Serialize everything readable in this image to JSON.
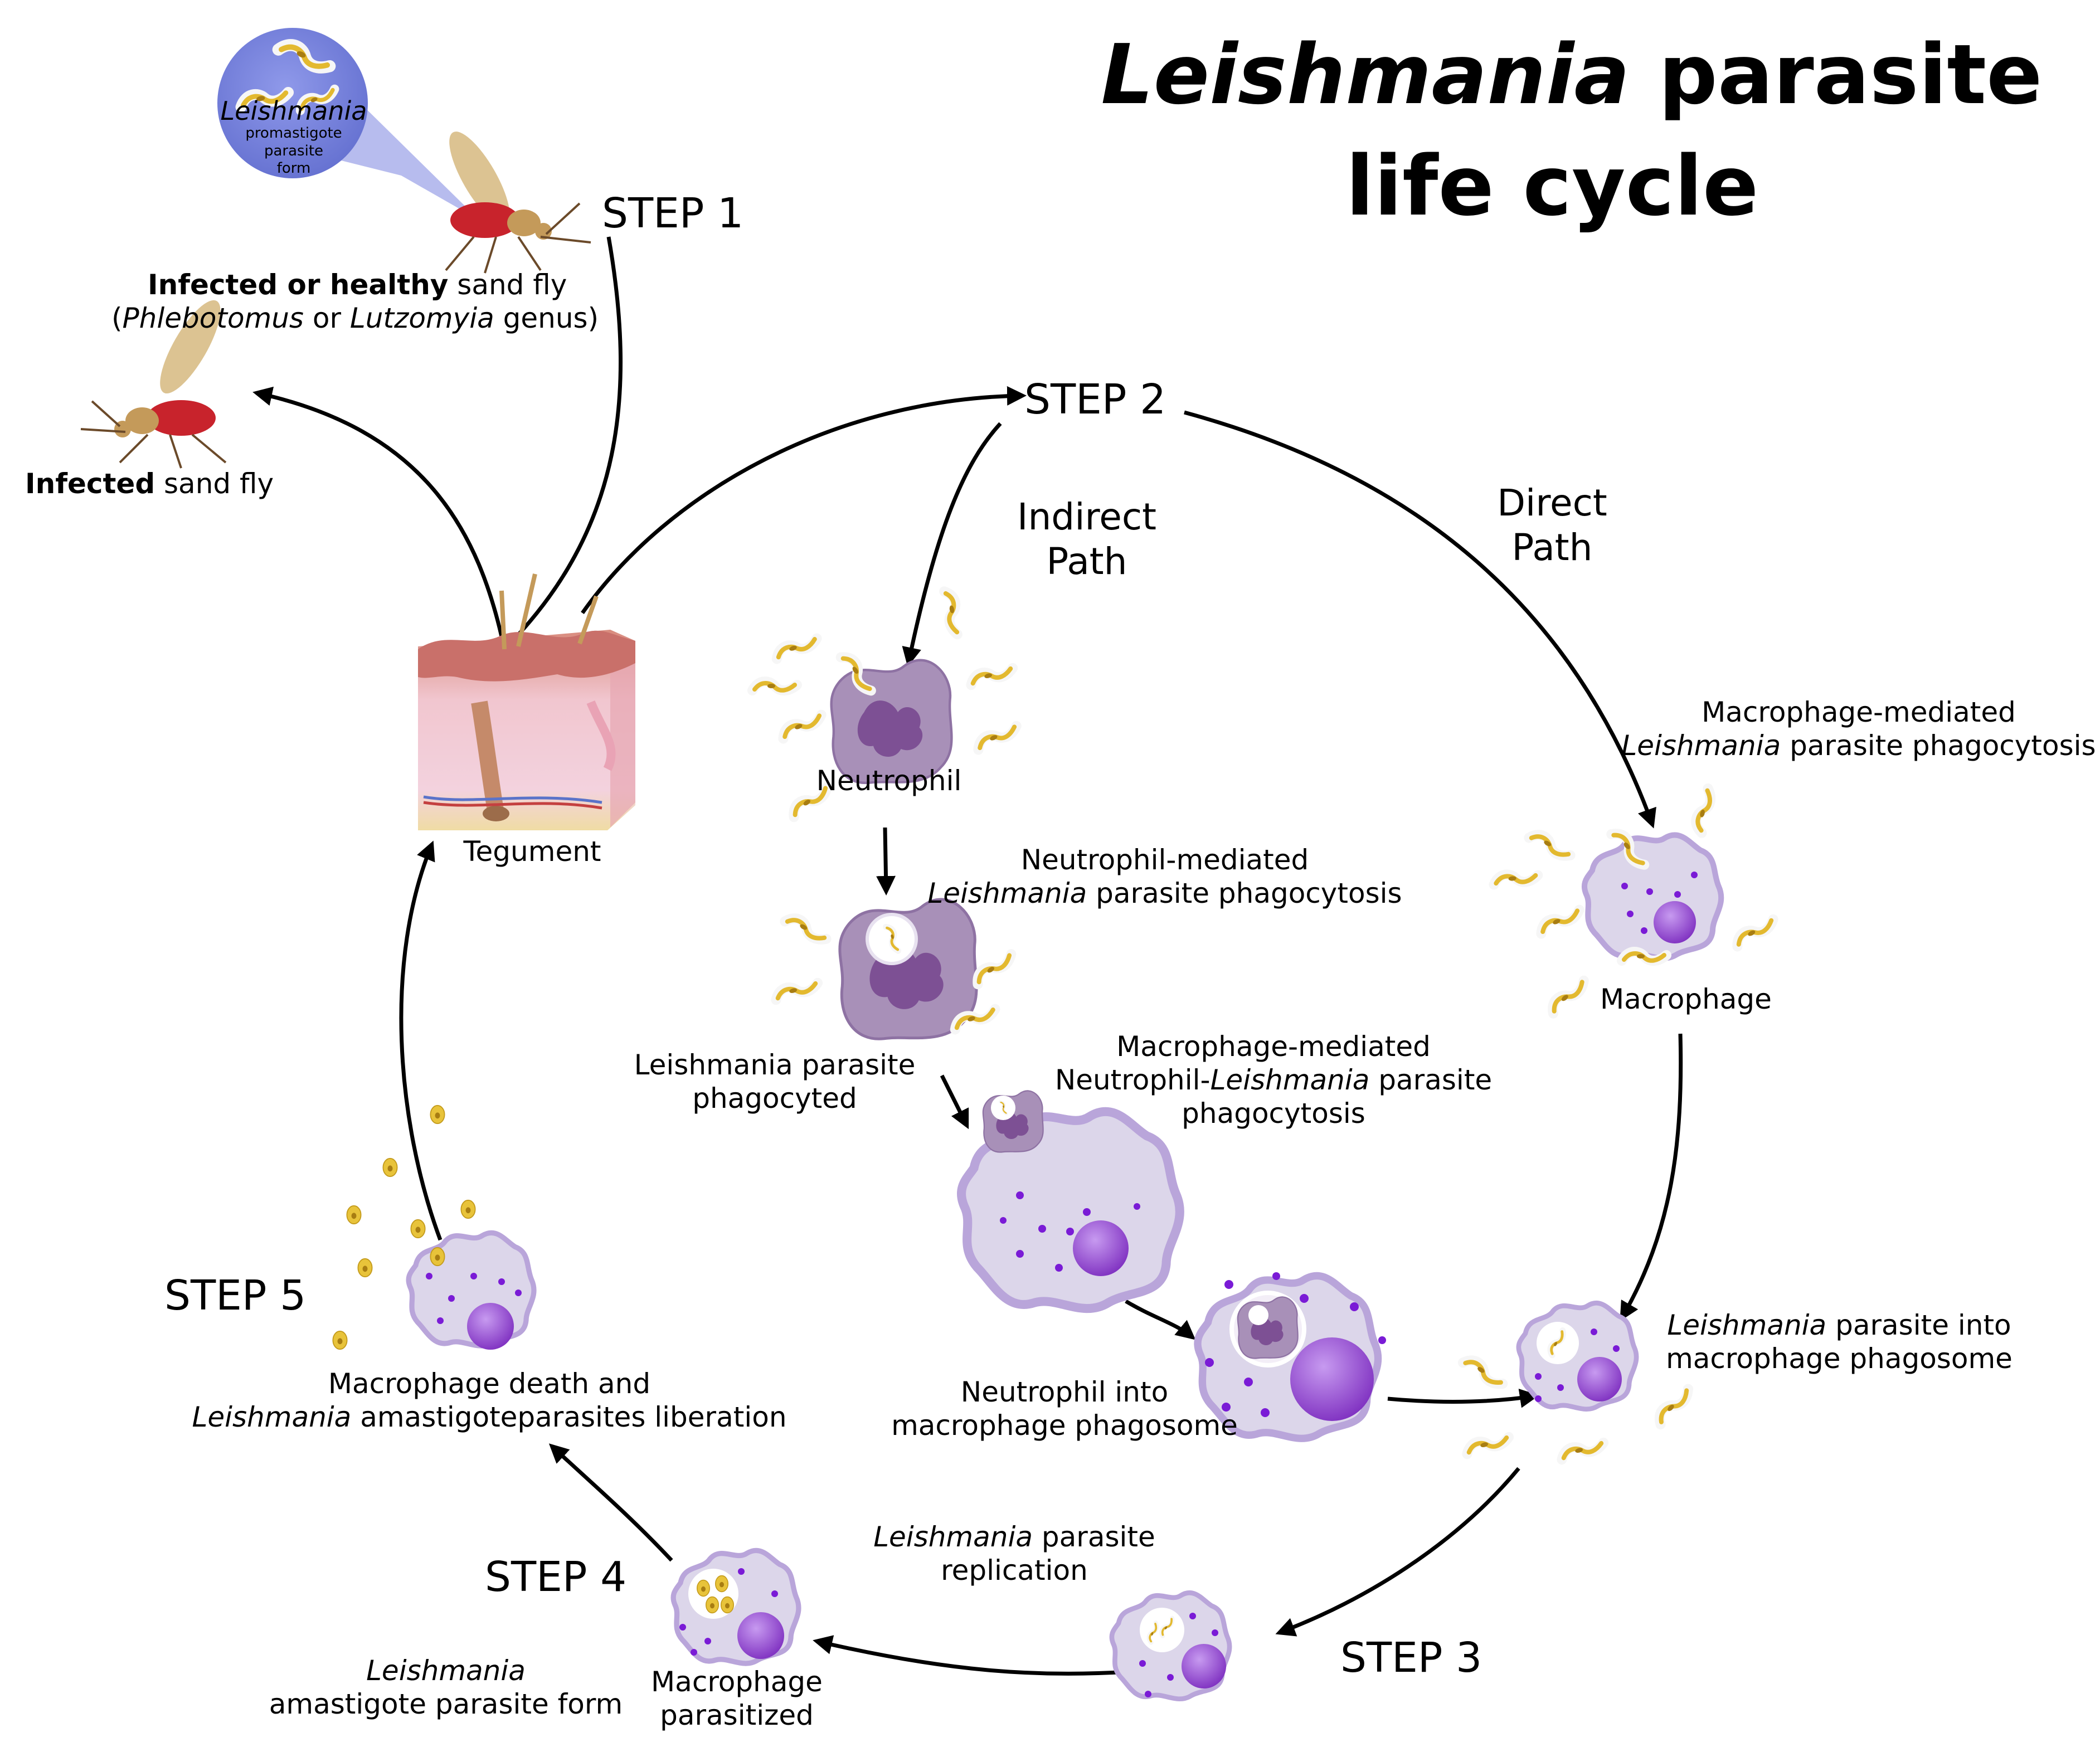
{
  "title": {
    "italic": "Leishmania",
    "rest": " parasite",
    "line2": "life cycle"
  },
  "steps": {
    "s1": "STEP 1",
    "s2": "STEP 2",
    "s3": "STEP 3",
    "s4": "STEP 4",
    "s5": "STEP 5"
  },
  "paths": {
    "indirect_1": "Indirect",
    "indirect_2": "Path",
    "direct_1": "Direct",
    "direct_2": "Path"
  },
  "inset": {
    "l1": "Leishmania",
    "l2": "promastigote",
    "l3": "parasite",
    "l4": "form"
  },
  "labels": {
    "sandfly_bold": "Infected or healthy",
    "sandfly_rest": " sand fly",
    "genus_open": "(",
    "genus_1": "Phlebotomus",
    "genus_or": " or ",
    "genus_2": "Lutzomyia",
    "genus_close": " genus)",
    "infected_bold": "Infected",
    "infected_rest": " sand fly",
    "tegument": "Tegument",
    "neutrophil": "Neutrophil",
    "neut_med_1": "Neutrophil-mediated",
    "neut_med_2_it": "Leishmania",
    "neut_med_2_rest": " parasite phagocytosis",
    "phagocyted_1": "Leishmania parasite",
    "phagocyted_2": "phagocyted",
    "mac_neut_1": "Macrophage-mediated",
    "mac_neut_2a": "Neutrophil-",
    "mac_neut_2_it": "Leishmania",
    "mac_neut_2b": " parasite",
    "mac_neut_3": "phagocytosis",
    "mac_med_1": "Macrophage-mediated",
    "mac_med_2_it": "Leishmania",
    "mac_med_2_rest": " parasite phagocytosis",
    "macrophage": "Macrophage",
    "neut_into_1": "Neutrophil into",
    "neut_into_2": "macrophage phagosome",
    "into_phago_1_it": "Leishmania",
    "into_phago_1_rest": " parasite into",
    "into_phago_2": "macrophage phagosome",
    "replication_1_it": "Leishmania",
    "replication_1_rest": " parasite",
    "replication_2": "replication",
    "parasitized_1": "Macrophage",
    "parasitized_2": "parasitized",
    "amastigote_1": "Leishmania",
    "amastigote_2": "amastigote parasite form",
    "death_1": "Macrophage death and",
    "death_2_it": "Leishmania",
    "death_2_rest": " amastigoteparasites liberation"
  },
  "colors": {
    "macrophage_body": "#d9d3e8",
    "macrophage_edge": "#b8a6d4",
    "nucleus": "#9146c9",
    "granule": "#7a1bd6",
    "neutrophil_body": "#a58bb5",
    "neutrophil_nucleus": "#7b4f8e",
    "parasite": "#e8c33a",
    "sandfly_body": "#c8232c",
    "inset": "#7b86de"
  }
}
